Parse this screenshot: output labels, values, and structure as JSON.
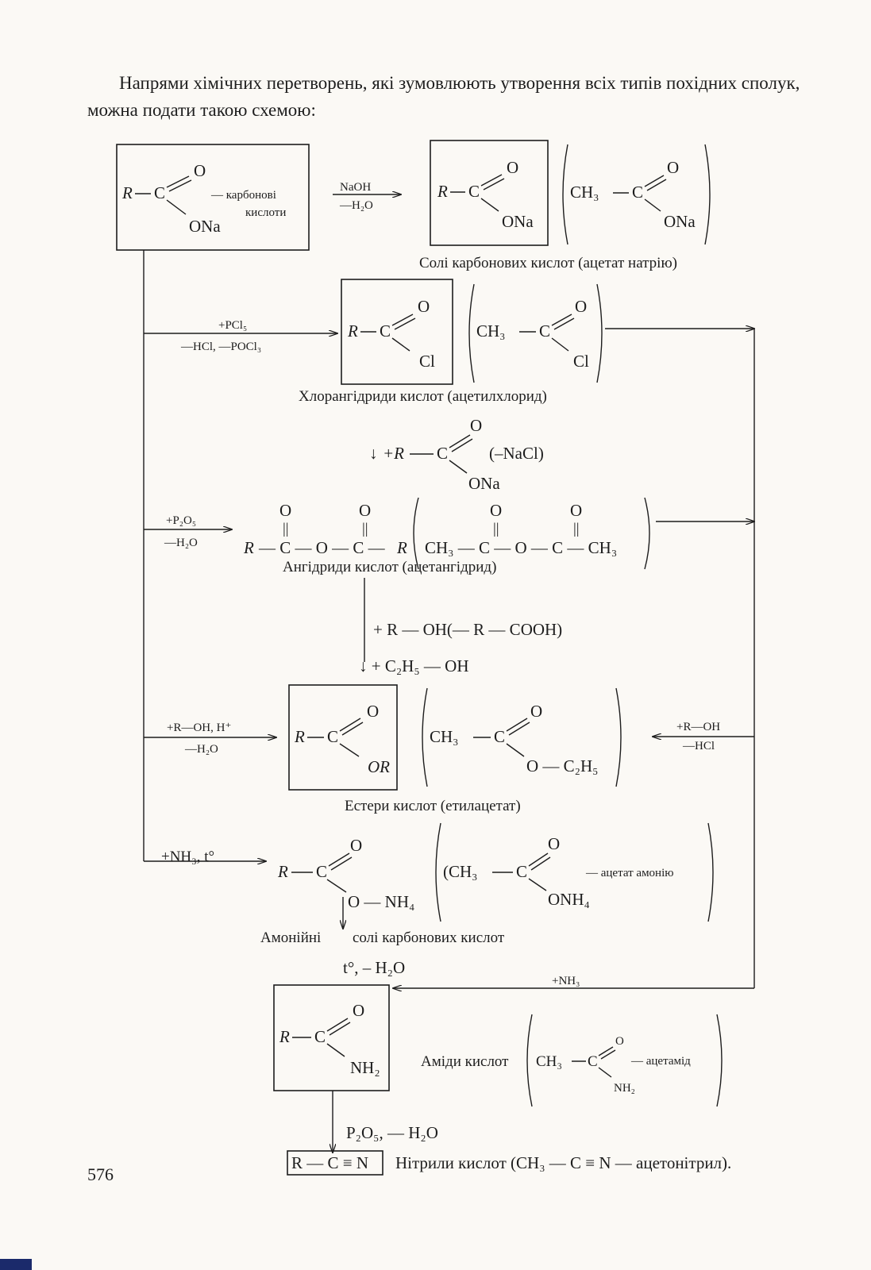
{
  "intro_text": "Напрями хімічних перетворень, які зумовлюють утворення всіх типів похідних сполук, можна подати такою схемою:",
  "page_number": "576",
  "carboxylic": {
    "R": "R",
    "C": "C",
    "O": "O",
    "ONa": "ONa",
    "label_line1": "— карбонові",
    "label_line2": "кислоти"
  },
  "step_naoh": {
    "top": "NaOH",
    "bottom": "—H₂O"
  },
  "salts": {
    "R": "R",
    "C": "C",
    "O": "O",
    "ONa": "ONa",
    "example_ch3": "CH₃",
    "example_c": "C",
    "example_o": "O",
    "example_ona": "ONa",
    "caption": "Солі карбонових кислот (ацетат натрію)"
  },
  "step_pcl5": {
    "top": "+PCl₅",
    "bottom": "—HCl, —POCl₃"
  },
  "chlorides": {
    "R": "R",
    "C": "C",
    "O": "O",
    "Cl": "Cl",
    "example_ch3": "CH₃",
    "example_c": "C",
    "example_o": "O",
    "example_cl": "Cl",
    "caption": "Хлорангідриди кислот (ацетилхлорид)"
  },
  "step_salt_add": {
    "arrow": "↓",
    "plus_R": "+R",
    "C": "C",
    "O": "O",
    "ONa": "ONa",
    "minus_nacl": "(–NaCl)"
  },
  "step_p2o5": {
    "top": "+P₂O₅",
    "bottom": "—H₂O"
  },
  "anhydrides": {
    "O": "O",
    "bond": "||",
    "R_left": "R",
    "chain": "— C — O — C —",
    "R_right": "R",
    "example_chain": "CH₃ — C — O — C — CH₃",
    "caption": "Ангідриди кислот (ацетангідрид)"
  },
  "step_alcohol": {
    "line1": "+ R — OH(— R — COOH)",
    "line2": "↓ + C₂H₅ — OH"
  },
  "step_ester_left": {
    "top": "+R—OH, H⁺",
    "bottom": "—H₂O"
  },
  "step_ester_right": {
    "top": "+R—OH",
    "bottom": "—HCl"
  },
  "esters": {
    "R": "R",
    "C": "C",
    "O": "O",
    "OR": "OR",
    "example_ch3": "CH₃",
    "example_c": "C",
    "example_o": "O",
    "example_oc2h5": "O — C₂H₅",
    "caption": "Естери кислот (етилацетат)"
  },
  "step_nh3": {
    "top": "+NH₃, t°"
  },
  "ammonium": {
    "R": "R",
    "C": "C",
    "O": "O",
    "ONH4": "O — NH₄",
    "example_ch3": "(CH₃",
    "example_c": "C",
    "example_o": "O",
    "example_onh4": "ONH₄",
    "example_label": "— ацетат амонію",
    "caption_left": "Амонійні",
    "caption_right": "солі карбонових кислот"
  },
  "step_heat": {
    "label": "t°, – H₂O"
  },
  "step_nh3_right": {
    "top": "+NH₃"
  },
  "amides": {
    "R": "R",
    "C": "C",
    "O": "O",
    "NH2": "NH₂",
    "caption": "Аміди кислот",
    "example_ch3": "CH₃",
    "example_c": "C",
    "example_o": "O",
    "example_nh2": "NH₂",
    "example_label": "— ацетамід"
  },
  "step_dehydrate": {
    "label": "P₂O₅, — H₂O"
  },
  "nitriles": {
    "formula": "R — C ≡ N",
    "caption": "Нітрили кислот (CH₃ — C ≡ N — ацетонітрил)."
  }
}
